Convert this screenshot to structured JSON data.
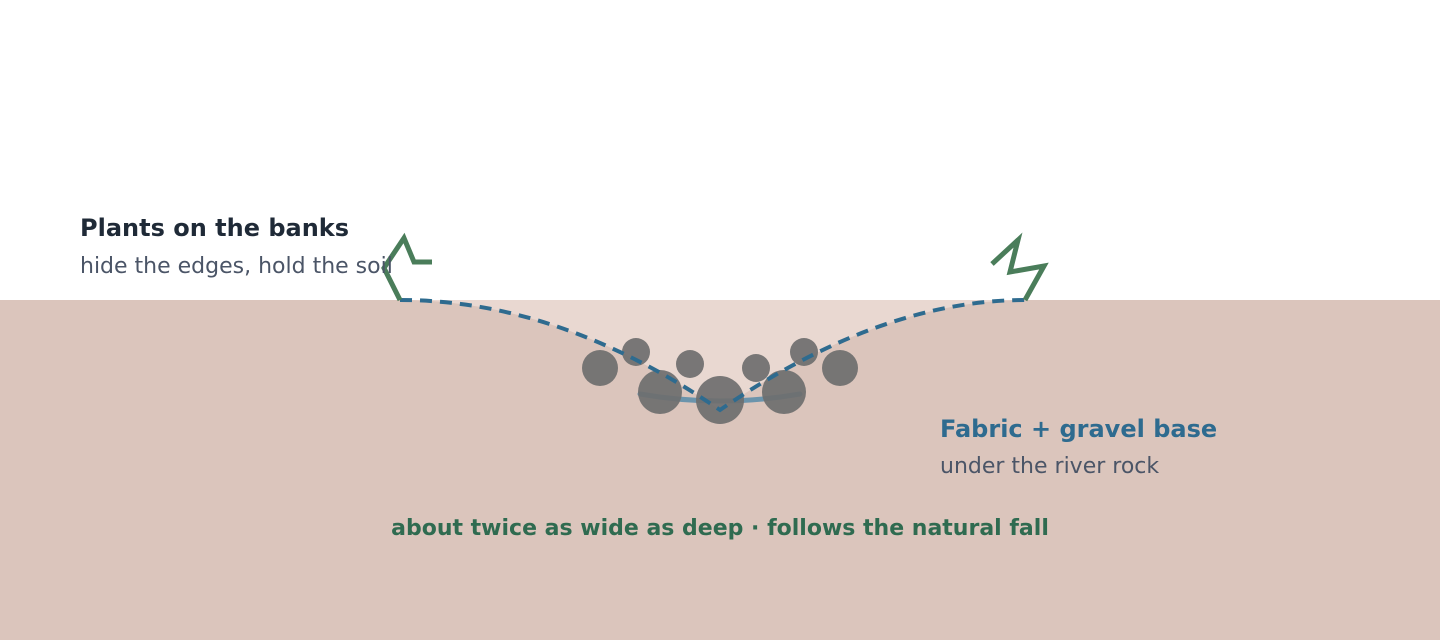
{
  "labels": {
    "plants": {
      "title": "Plants on the banks",
      "subtitle": "hide the edges, hold the soil"
    },
    "fabric": {
      "title": "Fabric + gravel base",
      "subtitle": "under the river rock"
    },
    "proportion_note": "about twice as wide as deep · follows the natural fall"
  },
  "colors": {
    "soil": "#dbc5bc",
    "channel": "#e9d8d1",
    "fabric_line": "#2e6b8f",
    "rock": "#6e6e6e",
    "water": "#4f87a8",
    "plant": "#4a7d5a"
  }
}
